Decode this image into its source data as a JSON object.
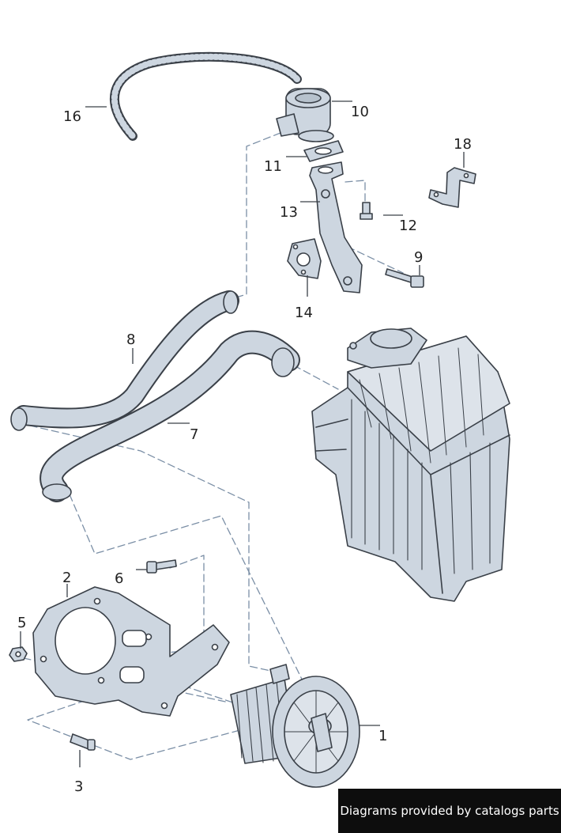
{
  "callouts": [
    "1",
    "2",
    "3",
    "5",
    "6",
    "7",
    "8",
    "9",
    "10",
    "11",
    "12",
    "13",
    "14",
    "16",
    "18"
  ],
  "banner_text": "Diagrams provided by catalogs parts",
  "colors": {
    "part_fill": "#cdd6e0",
    "part_stroke": "#3a4048",
    "dash": "#7b8fa6",
    "banner_bg": "#0d0d0d"
  }
}
